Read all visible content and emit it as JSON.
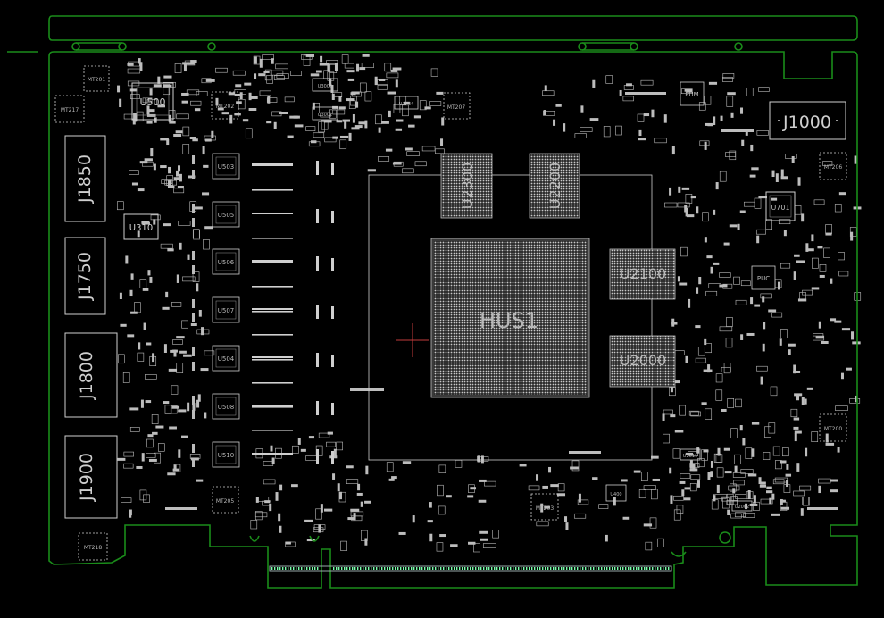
{
  "colors": {
    "background": "#000000",
    "outline": "#1a8c1a",
    "silkscreen": "#d8d8d8",
    "pad": "#bdbdbd",
    "crosshair": "#c23b3b"
  },
  "connectors": {
    "j1000": "J1000",
    "j1850": "J1850",
    "j1750": "J1750",
    "j1800": "J1800",
    "j1900": "J1900"
  },
  "chips": {
    "gpu": "HUS1",
    "u500": "U500",
    "u310": "U310",
    "u2300": "U2300",
    "u2200": "U2200",
    "u2100": "U2100",
    "u2000": "U2000",
    "u701": "U701"
  },
  "mounting_holes": {
    "mt201": "MT201",
    "mt217": "MT217",
    "mt202": "MT202",
    "mt207": "MT207",
    "mt205": "MT205",
    "mt203": "MT203",
    "mt206": "MT206",
    "mt200": "MT200",
    "mt218": "MT218"
  },
  "vrm_phases": [
    "U503",
    "U505",
    "U506",
    "U507",
    "U504",
    "U508",
    "U510"
  ],
  "small_ics": {
    "u3000": "U3000",
    "u3002": "U3002",
    "u3234": "U3234",
    "u2611": "U2611",
    "u400": "U400",
    "u2002": "U2002",
    "pum": "PUM",
    "puc": "PUC"
  }
}
